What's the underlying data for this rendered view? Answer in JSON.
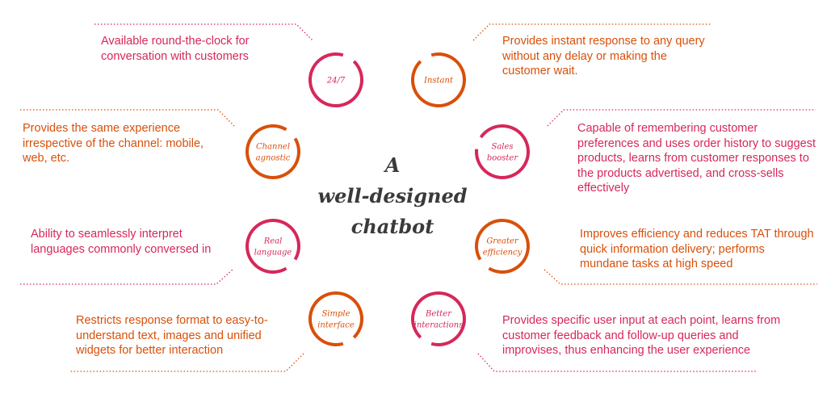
{
  "title": {
    "line1": "A",
    "line2": "well-designed",
    "line3": "chatbot"
  },
  "colors": {
    "pink": "#d6285a",
    "orange": "#d8500a",
    "title": "#3a3a3a"
  },
  "features": [
    {
      "id": "24-7",
      "label": [
        "24/7"
      ],
      "color": "pink",
      "description": "Available round-the-clock for conversation with customers"
    },
    {
      "id": "instant",
      "label": [
        "Instant"
      ],
      "color": "orange",
      "description": "Provides instant response to any query without any delay or making the customer wait."
    },
    {
      "id": "channel-agnostic",
      "label": [
        "Channel",
        "agnostic"
      ],
      "color": "orange",
      "description": "Provides the same experience irrespective of the channel: mobile, web, etc."
    },
    {
      "id": "sales-booster",
      "label": [
        "Sales",
        "booster"
      ],
      "color": "pink",
      "description": "Capable of remembering customer preferences and uses order history to suggest products, learns from customer responses to the products advertised, and cross-sells effectively"
    },
    {
      "id": "real-language",
      "label": [
        "Real",
        "language"
      ],
      "color": "pink",
      "description": "Ability to seamlessly interpret languages commonly conversed in"
    },
    {
      "id": "greater-efficiency",
      "label": [
        "Greater",
        "efficiency"
      ],
      "color": "orange",
      "description": "Improves efficiency and reduces TAT through quick information delivery; performs mundane tasks at high speed"
    },
    {
      "id": "simple-interface",
      "label": [
        "Simple",
        "interface"
      ],
      "color": "orange",
      "description": "Restricts response format to easy-to-understand text, images and unified widgets for better interaction"
    },
    {
      "id": "better-interactions",
      "label": [
        "Better",
        "interactions"
      ],
      "color": "pink",
      "description": "Provides specific user input at each point, learns from customer feedback and follow-up queries and improvises, thus enhancing the user experience"
    }
  ]
}
